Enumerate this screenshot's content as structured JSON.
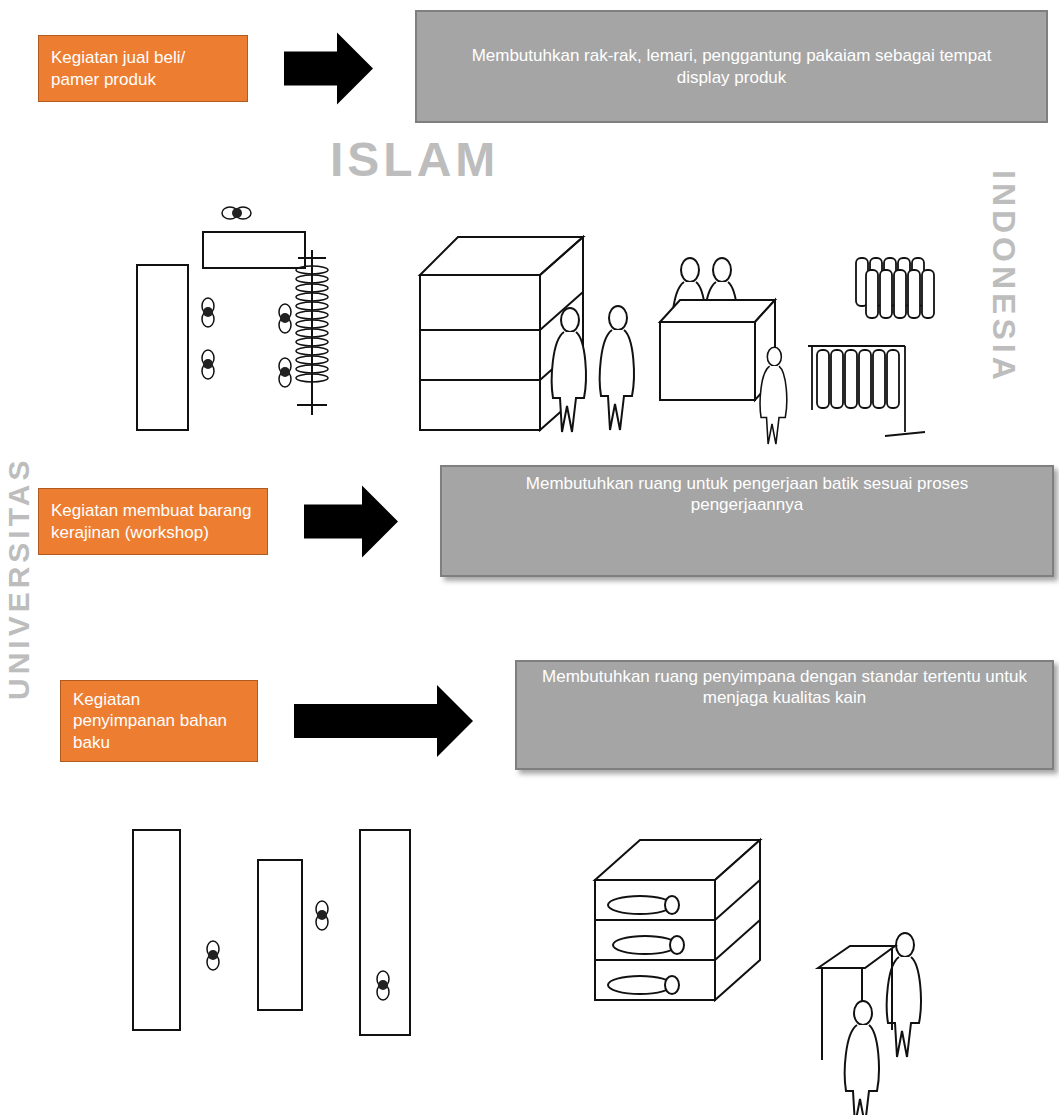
{
  "diagram": {
    "nodes": [
      {
        "text": [
          "Kegiatan jual beli/ pamer produk"
        ]
      },
      {
        "text": [
          "Membutuhkan rak-rak, lemari, penggantung pakaiam sebagai tempat display produk"
        ]
      },
      {
        "text": [
          "Kegiatan membuat barang kerajinan (workshop)"
        ]
      },
      {
        "text": [
          "Membutuhkan ruang untuk pengerjaan batik sesuai proses pengerjaannya"
        ]
      },
      {
        "text": [
          "Kegiatan penyimpanan bahan baku"
        ]
      },
      {
        "text": [
          "Membutuhkan ruang penyimpana dengan standar tertentu untuk menjaga kualitas kain"
        ]
      }
    ],
    "edges": [
      {
        "from": 0,
        "to": 1,
        "arrow": "to"
      },
      {
        "from": 2,
        "to": 3,
        "arrow": "to"
      },
      {
        "from": 4,
        "to": 5,
        "arrow": "to"
      }
    ],
    "labels": [
      "ISLAM",
      "UNIVERSITAS",
      "INDONESIA"
    ]
  }
}
